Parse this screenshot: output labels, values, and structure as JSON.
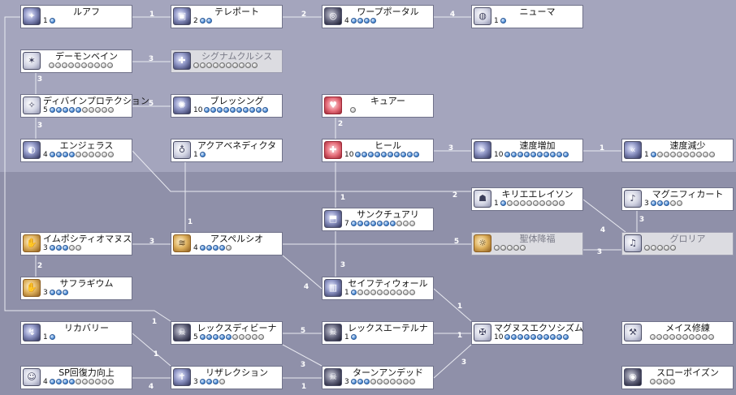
{
  "skill_tree": {
    "skills": [
      {
        "id": "ruaf",
        "name": "ルアフ",
        "level": 1,
        "max": 1,
        "icon": "ruwach-icon",
        "glyph": "✦",
        "tone": "",
        "locked": false
      },
      {
        "id": "teleport",
        "name": "テレポート",
        "level": 2,
        "max": 2,
        "icon": "teleport-icon",
        "glyph": "▣",
        "tone": "",
        "locked": false
      },
      {
        "id": "warp",
        "name": "ワープポータル",
        "level": 4,
        "max": 4,
        "icon": "warp-portal-icon",
        "glyph": "◎",
        "tone": "dark",
        "locked": false
      },
      {
        "id": "pneuma",
        "name": "ニューマ",
        "level": 1,
        "max": 1,
        "icon": "pneuma-icon",
        "glyph": "◍",
        "tone": "pale",
        "locked": false
      },
      {
        "id": "demonbane",
        "name": "デーモンベイン",
        "level": 0,
        "max": 10,
        "icon": "demon-bane-icon",
        "glyph": "✶",
        "tone": "pale",
        "locked": false
      },
      {
        "id": "signum",
        "name": "シグナムクルシス",
        "level": 0,
        "max": 10,
        "icon": "signum-crucis-icon",
        "glyph": "✚",
        "tone": "",
        "locked": true
      },
      {
        "id": "divine",
        "name": "ディバインプロテクション",
        "level": 5,
        "max": 10,
        "icon": "divine-protection-icon",
        "glyph": "✧",
        "tone": "pale",
        "locked": false
      },
      {
        "id": "blessing",
        "name": "ブレッシング",
        "level": 10,
        "max": 10,
        "icon": "blessing-icon",
        "glyph": "✺",
        "tone": "",
        "locked": false
      },
      {
        "id": "cure",
        "name": "キュアー",
        "level": 0,
        "max": 1,
        "icon": "cure-icon",
        "glyph": "♥",
        "tone": "heart",
        "locked": false
      },
      {
        "id": "angelus",
        "name": "エンジェラス",
        "level": 4,
        "max": 10,
        "icon": "angelus-icon",
        "glyph": "◐",
        "tone": "",
        "locked": false
      },
      {
        "id": "aqua",
        "name": "アクアベネディクタ",
        "level": 1,
        "max": 1,
        "icon": "aqua-benedicta-icon",
        "glyph": "♁",
        "tone": "pale",
        "locked": false
      },
      {
        "id": "heal",
        "name": "ヒール",
        "level": 10,
        "max": 10,
        "icon": "heal-icon",
        "glyph": "✚",
        "tone": "heart",
        "locked": false
      },
      {
        "id": "increase",
        "name": "速度増加",
        "level": 10,
        "max": 10,
        "icon": "increase-agi-icon",
        "glyph": "»",
        "tone": "",
        "locked": false
      },
      {
        "id": "decrease",
        "name": "速度減少",
        "level": 1,
        "max": 10,
        "icon": "decrease-agi-icon",
        "glyph": "«",
        "tone": "",
        "locked": false
      },
      {
        "id": "kyrie",
        "name": "キリエエレイソン",
        "level": 1,
        "max": 10,
        "icon": "kyrie-eleison-icon",
        "glyph": "☗",
        "tone": "pale",
        "locked": false
      },
      {
        "id": "magnificat",
        "name": "マグニフィカート",
        "level": 3,
        "max": 5,
        "icon": "magnificat-icon",
        "glyph": "♪",
        "tone": "pale",
        "locked": false
      },
      {
        "id": "sanctuary",
        "name": "サンクチュアリ",
        "level": 7,
        "max": 10,
        "icon": "sanctuary-icon",
        "glyph": "⬒",
        "tone": "",
        "locked": false
      },
      {
        "id": "impositio",
        "name": "イムポシティオマヌス",
        "level": 3,
        "max": 5,
        "icon": "impositio-manus-icon",
        "glyph": "✋",
        "tone": "gold",
        "locked": false
      },
      {
        "id": "aspersio",
        "name": "アスペルシオ",
        "level": 4,
        "max": 5,
        "icon": "aspersio-icon",
        "glyph": "≋",
        "tone": "gold",
        "locked": false
      },
      {
        "id": "bss",
        "name": "聖体降福",
        "level": 0,
        "max": 5,
        "icon": "bs-sacramenti-icon",
        "glyph": "☼",
        "tone": "gold",
        "locked": true
      },
      {
        "id": "gloria",
        "name": "グロリア",
        "level": 0,
        "max": 5,
        "icon": "gloria-icon",
        "glyph": "♫",
        "tone": "pale",
        "locked": true
      },
      {
        "id": "suffragium",
        "name": "サフラギウム",
        "level": 3,
        "max": 3,
        "icon": "suffragium-icon",
        "glyph": "✋",
        "tone": "gold",
        "locked": false
      },
      {
        "id": "safety",
        "name": "セイフティウォール",
        "level": 1,
        "max": 10,
        "icon": "safety-wall-icon",
        "glyph": "▥",
        "tone": "",
        "locked": false
      },
      {
        "id": "recovery",
        "name": "リカバリー",
        "level": 1,
        "max": 1,
        "icon": "recovery-icon",
        "glyph": "↯",
        "tone": "",
        "locked": false
      },
      {
        "id": "lexd",
        "name": "レックスディビーナ",
        "level": 5,
        "max": 10,
        "icon": "lex-divina-icon",
        "glyph": "☠",
        "tone": "dark",
        "locked": false
      },
      {
        "id": "lexa",
        "name": "レックスエーテルナ",
        "level": 1,
        "max": 1,
        "icon": "lex-aeterna-icon",
        "glyph": "☠",
        "tone": "dark",
        "locked": false
      },
      {
        "id": "magnus",
        "name": "マグヌスエクソシズム",
        "level": 10,
        "max": 10,
        "icon": "magnus-exorcismus-icon",
        "glyph": "✠",
        "tone": "pale",
        "locked": false
      },
      {
        "id": "mace",
        "name": "メイス修練",
        "level": 0,
        "max": 10,
        "icon": "mace-mastery-icon",
        "glyph": "⚒",
        "tone": "pale",
        "locked": false
      },
      {
        "id": "sprecovery",
        "name": "SP回復力向上",
        "level": 4,
        "max": 10,
        "icon": "sp-recovery-icon",
        "glyph": "☺",
        "tone": "pale",
        "locked": false
      },
      {
        "id": "resu",
        "name": "リザレクション",
        "level": 3,
        "max": 4,
        "icon": "resurrection-icon",
        "glyph": "✝",
        "tone": "",
        "locked": false
      },
      {
        "id": "turn",
        "name": "ターンアンデッド",
        "level": 3,
        "max": 10,
        "icon": "turn-undead-icon",
        "glyph": "☠",
        "tone": "dark",
        "locked": false
      },
      {
        "id": "slowpoison",
        "name": "スローポイズン",
        "level": 0,
        "max": 4,
        "icon": "slow-poison-icon",
        "glyph": "◉",
        "tone": "dark",
        "locked": false
      }
    ],
    "links": [
      {
        "from": "ruaf",
        "to": "teleport",
        "req": "1"
      },
      {
        "from": "teleport",
        "to": "warp",
        "req": "2"
      },
      {
        "from": "warp",
        "to": "pneuma",
        "req": "4"
      },
      {
        "from": "demonbane",
        "to": "signum",
        "req": "3"
      },
      {
        "from": "divine",
        "to": "demonbane",
        "req": "3"
      },
      {
        "from": "divine",
        "to": "blessing",
        "req": "5"
      },
      {
        "from": "divine",
        "to": "angelus",
        "req": "3"
      },
      {
        "from": "heal",
        "to": "cure",
        "req": "2"
      },
      {
        "from": "heal",
        "to": "increase",
        "req": "3"
      },
      {
        "from": "increase",
        "to": "decrease",
        "req": "1"
      },
      {
        "from": "heal",
        "to": "sanctuary",
        "req": "1"
      },
      {
        "from": "angelus",
        "to": "kyrie",
        "req": "2"
      },
      {
        "from": "magnificat",
        "to": "gloria",
        "req": "3"
      },
      {
        "from": "kyrie",
        "to": "gloria",
        "req": "4"
      },
      {
        "from": "aqua",
        "to": "aspersio",
        "req": "1"
      },
      {
        "from": "impositio",
        "to": "aspersio",
        "req": "3"
      },
      {
        "from": "impositio",
        "to": "suffragium",
        "req": "2"
      },
      {
        "from": "aspersio",
        "to": "bss",
        "req": "5"
      },
      {
        "from": "gloria",
        "to": "bss",
        "req": "3"
      },
      {
        "from": "sanctuary",
        "to": "safety",
        "req": "3"
      },
      {
        "from": "aspersio",
        "to": "safety",
        "req": "4"
      },
      {
        "from": "ruaf",
        "to": "lexd",
        "req": "1"
      },
      {
        "from": "lexd",
        "to": "lexa",
        "req": "5"
      },
      {
        "from": "safety",
        "to": "magnus",
        "req": "1"
      },
      {
        "from": "lexa",
        "to": "magnus",
        "req": "1"
      },
      {
        "from": "turn",
        "to": "magnus",
        "req": "3"
      },
      {
        "from": "recovery",
        "to": "resu",
        "req": "1"
      },
      {
        "from": "sprecovery",
        "to": "resu",
        "req": "4"
      },
      {
        "from": "lexd",
        "to": "turn",
        "req": "3"
      },
      {
        "from": "resu",
        "to": "turn",
        "req": "1"
      }
    ]
  },
  "colors": {
    "background_top": "#a4a5bd",
    "background_bottom": "#8f90a9",
    "connector": "#e9eaf1",
    "node_background": "#ffffff",
    "node_locked_background": "#dcdce1",
    "level_dot_on": "#3f84d2",
    "level_dot_off": "#a8a8a8"
  }
}
